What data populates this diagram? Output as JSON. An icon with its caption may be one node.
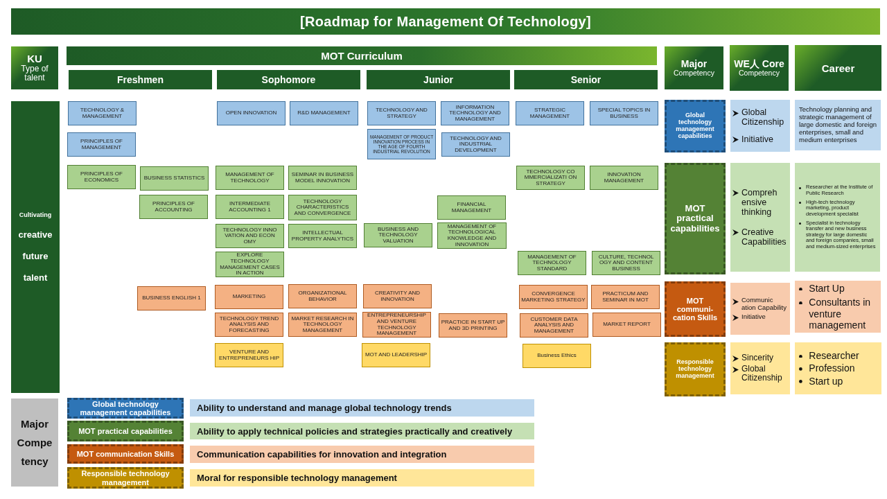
{
  "diagram": {
    "title": "[Roadmap for Management Of Technology]",
    "nodes": [
      {
        "text": [
          "KU",
          "Type of talent"
        ]
      },
      {
        "text": [
          "MOT Curriculum"
        ]
      },
      {
        "text": [
          "Freshmen"
        ]
      },
      {
        "text": [
          "Sophomore"
        ]
      },
      {
        "text": [
          "Junior"
        ]
      },
      {
        "text": [
          "Senior"
        ]
      },
      {
        "text": [
          "Major",
          "Competency"
        ]
      },
      {
        "text": [
          "WE人 Core",
          "Competency"
        ]
      },
      {
        "text": [
          "Career"
        ]
      },
      {
        "text": [
          "Cultivating",
          "creative",
          "future",
          "talent"
        ]
      },
      {
        "text": [
          "TECHNOLOGY & MANAGEMENT"
        ]
      },
      {
        "text": [
          "PRINCIPLES OF MANAGEMENT"
        ]
      },
      {
        "text": [
          "PRINCIPLES OF ECONOMICS"
        ]
      },
      {
        "text": [
          "BUSINESS STATISTICS"
        ]
      },
      {
        "text": [
          "PRINCIPLES OF ACCOUNTING"
        ]
      },
      {
        "text": [
          "BUSINESS ENGLISH 1"
        ]
      },
      {
        "text": [
          "OPEN INNOVATION"
        ]
      },
      {
        "text": [
          "R&D MANAGEMENT"
        ]
      },
      {
        "text": [
          "MANAGEMENT OF TECHNOLOGY"
        ]
      },
      {
        "text": [
          "SEMINAR IN BUSINESS MODEL INNOVATION"
        ]
      },
      {
        "text": [
          "INTERMEDIATE ACCOUNTING 1"
        ]
      },
      {
        "text": [
          "TECHNOLOGY CHARACTERISTICS AND CONVERGENCE"
        ]
      },
      {
        "text": [
          "TECHNOLOGY INNO VATION AND ECON OMY"
        ]
      },
      {
        "text": [
          "INTELLECTUAL PROPERTY ANALYTICS"
        ]
      },
      {
        "text": [
          "EXPLORE TECHNOLOGY MANAGEMENT CASES IN ACTION"
        ]
      },
      {
        "text": [
          "MARKETING"
        ]
      },
      {
        "text": [
          "ORGANIZATIONAL BEHAVIOR"
        ]
      },
      {
        "text": [
          "TECHNOLOGY TREND ANALYSIS AND FORECASTING"
        ]
      },
      {
        "text": [
          "MARKET RESEARCH IN TECHNOLOGY MANAGEMENT"
        ]
      },
      {
        "text": [
          "VENTURE AND ENTREPRENEURS HIP"
        ]
      },
      {
        "text": [
          "TECHNOLOGY AND STRATEGY"
        ]
      },
      {
        "text": [
          "INFORMATION TECHNOLOGY AND MANAGEMENT"
        ]
      },
      {
        "text": [
          "MANAGEMENT OF PRODUCT INNOVATION PROCESS IN THE AGE OF FOURTH INDUSTRIAL REVOLUTION"
        ]
      },
      {
        "text": [
          "TECHNOLOGY AND INDUSTRIAL DEVELOPMENT"
        ]
      },
      {
        "text": [
          "FINANCIAL MANAGEMENT"
        ]
      },
      {
        "text": [
          "BUSINESS AND TECHNOLOGY VALUATION"
        ]
      },
      {
        "text": [
          "MANAGEMENT OF TECHNOLOGICAL KNOWLEDGE AND INNOVATION"
        ]
      },
      {
        "text": [
          "CREATIVITY AND INNOVATION"
        ]
      },
      {
        "text": [
          "ENTREPRENEURSHIP AND VENTURE TECHNOLOGY MANAGEMENT"
        ]
      },
      {
        "text": [
          "PRACTICE IN START UP AND 3D PRINTING"
        ]
      },
      {
        "text": [
          "MOT AND LEADERSHIP"
        ]
      },
      {
        "text": [
          "STRATEGIC MANAGEMENT"
        ]
      },
      {
        "text": [
          "SPECIAL TOPICS IN BUSINESS"
        ]
      },
      {
        "text": [
          "TECHNOLOGY CO MMERCIALIZATI ON STRATEGY"
        ]
      },
      {
        "text": [
          "INNOVATION MANAGEMENT"
        ]
      },
      {
        "text": [
          "MANAGEMENT OF TECHNOLOGY STANDARD"
        ]
      },
      {
        "text": [
          "CULTURE, TECHNOL OGY AND CONTENT BUSINESS"
        ]
      },
      {
        "text": [
          "CONVERGENCE MARKETING STRATEGY"
        ]
      },
      {
        "text": [
          "PRACTICUM AND SEMINAR IN MOT"
        ]
      },
      {
        "text": [
          "CUSTOMER DATA ANALYSIS AND MANAGEMENT"
        ]
      },
      {
        "text": [
          "MARKET REPORT"
        ]
      },
      {
        "text": [
          "Business Ethics"
        ]
      },
      {
        "text": [
          "Global technology management capabilities"
        ]
      },
      {
        "text": [
          "Global Citizenship",
          "Initiative"
        ]
      },
      {
        "text": [
          "Technology planning and strategic management of large domestic and foreign enterprises, small and medium enterprises"
        ]
      },
      {
        "text": [
          "MOT practical capabilities"
        ]
      },
      {
        "text": [
          "Compreh ensive thinking",
          "Creative Capabilities"
        ]
      },
      {
        "text": [
          "Researcher at the Institute of Public Research",
          "High-tech technology marketing, product development specialist",
          "Specialist in technology transfer and new business strategy for large domestic and foreign companies, small and medium-sized enterprises"
        ]
      },
      {
        "text": [
          "MOT communi- cation Skills"
        ]
      },
      {
        "text": [
          "Communic ation Capability",
          "Initiative"
        ]
      },
      {
        "text": [
          "Start Up",
          "Consultants in venture management"
        ]
      },
      {
        "text": [
          "Responsible technology management"
        ]
      },
      {
        "text": [
          "Sincerity",
          "Global Citizenship"
        ]
      },
      {
        "text": [
          "Researcher",
          "Profession",
          "Start up"
        ]
      },
      {
        "text": [
          "Major Compe tency"
        ]
      },
      {
        "text": [
          "Global technology management capabilities"
        ]
      },
      {
        "text": [
          "Ability to understand and manage global technology trends"
        ]
      },
      {
        "text": [
          "MOT practical capabilities"
        ]
      },
      {
        "text": [
          "Ability to apply technical policies and strategies practically and creatively"
        ]
      },
      {
        "text": [
          "MOT communication Skills"
        ]
      },
      {
        "text": [
          "Communication capabilities for innovation and integration"
        ]
      },
      {
        "text": [
          "Responsible technology management"
        ]
      },
      {
        "text": [
          "Moral for responsible technology management"
        ]
      }
    ]
  }
}
